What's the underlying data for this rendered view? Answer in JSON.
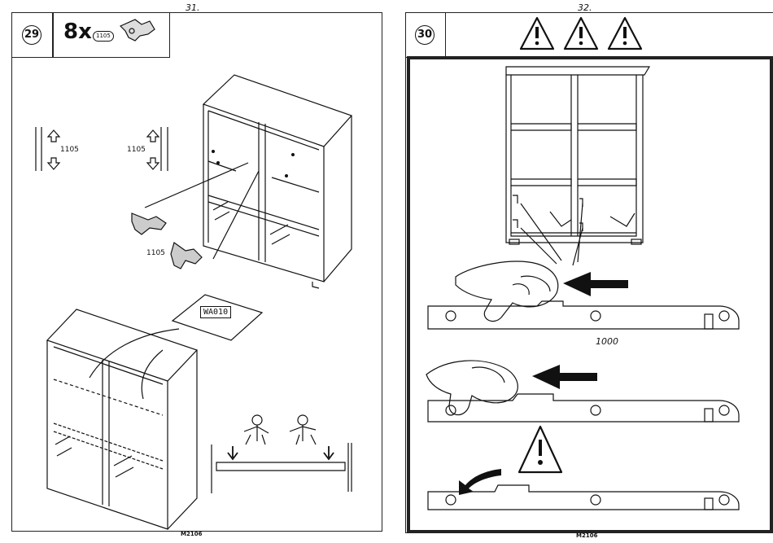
{
  "left_page": {
    "page_number": "31.",
    "step_number": "29",
    "quantity": "8x",
    "part_id": "1105",
    "part_label_left": "1105",
    "part_label_right": "1105",
    "part_label_hardware": "1105",
    "panel_code": "WA010",
    "footer": "M2106"
  },
  "right_page": {
    "page_number": "32.",
    "step_number": "30",
    "warning_count": 3,
    "part_label_rail": "1000",
    "footer": "M2106"
  },
  "icons": [
    "warning-icon",
    "arrow-left-icon",
    "rotate-arrow-icon",
    "hand-icon",
    "person-lifting-icon",
    "arrow-down-icon"
  ]
}
